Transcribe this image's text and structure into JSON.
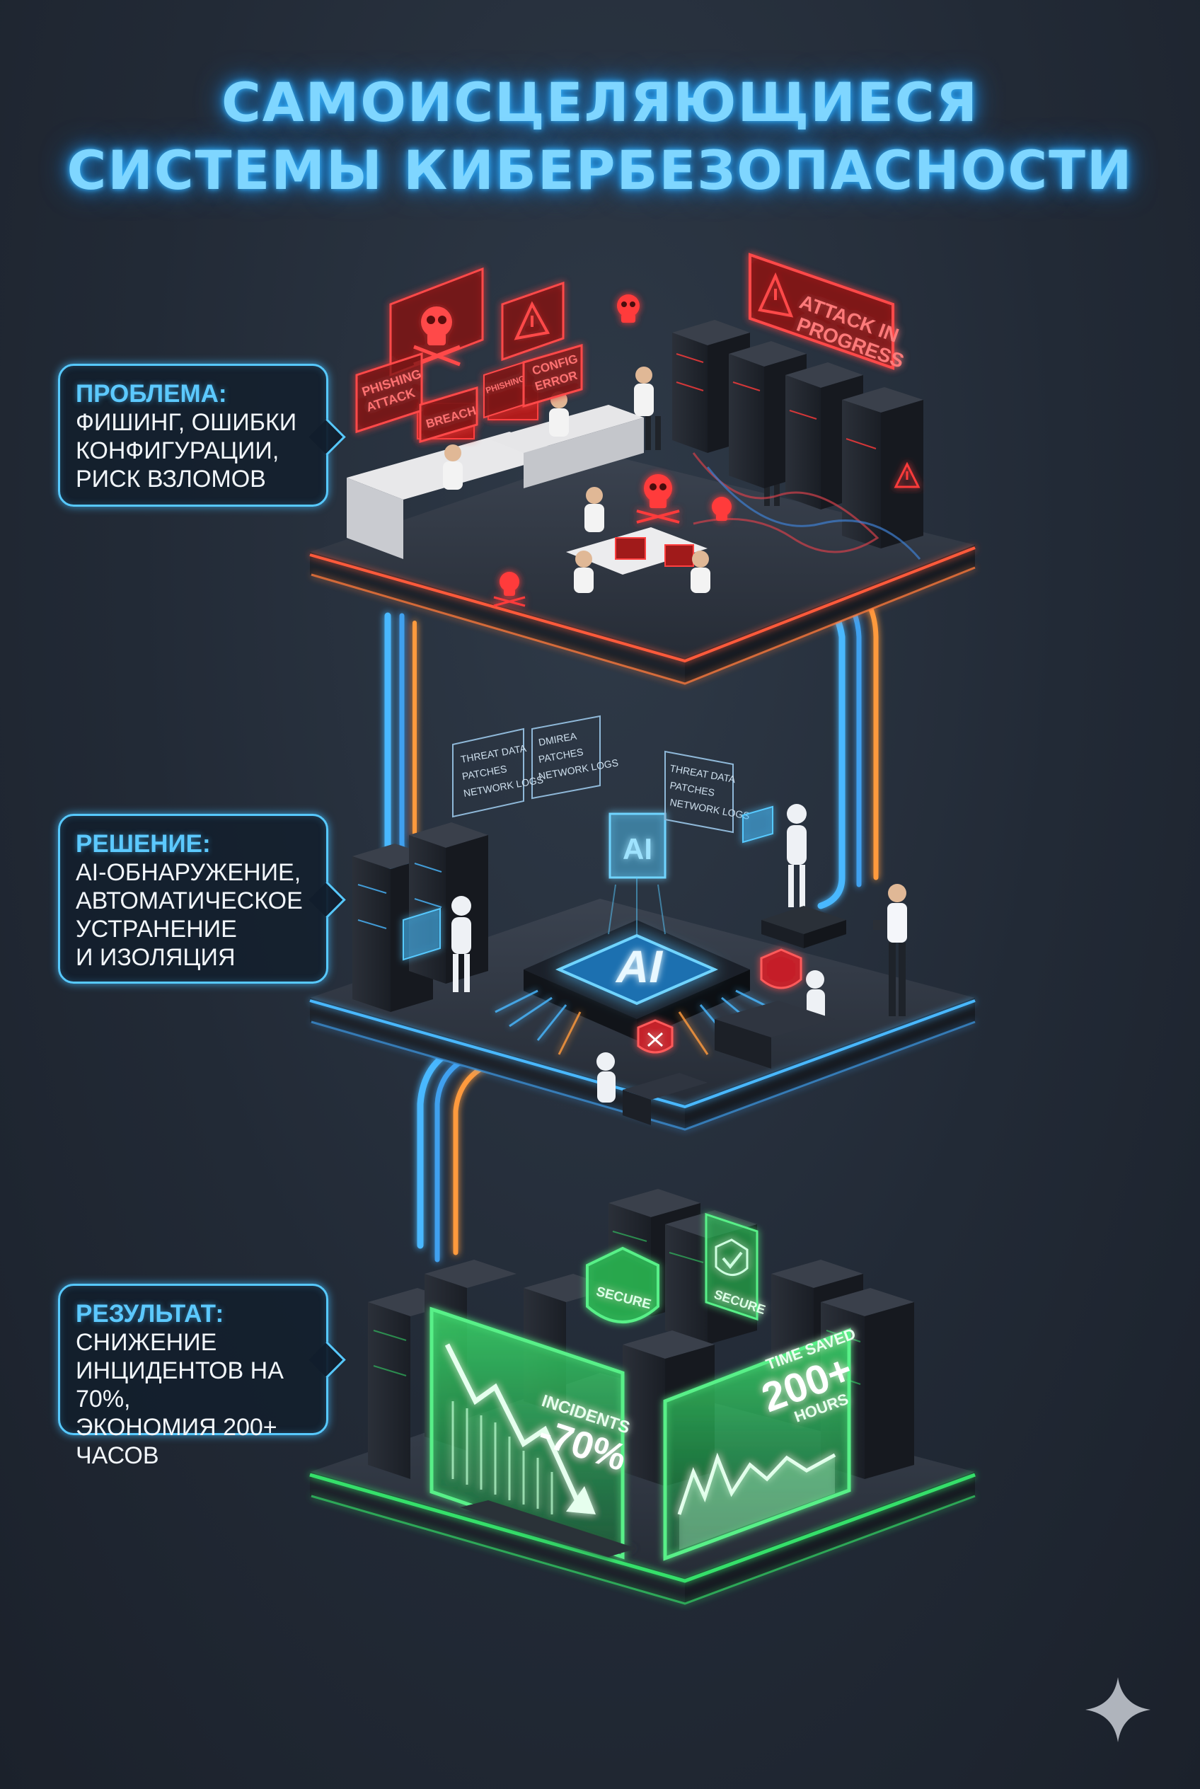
{
  "title": {
    "line1": "САМОИСЦЕЛЯЮЩИЕСЯ",
    "line2": "СИСТЕМЫ КИБЕРБЕЗОПАСНОСТИ"
  },
  "callouts": [
    {
      "heading": "ПРОБЛЕМА:",
      "lines": [
        "ФИШИНГ, ОШИБКИ",
        "КОНФИГУРАЦИИ,",
        "РИСК ВЗЛОМОВ"
      ]
    },
    {
      "heading": "РЕШЕНИЕ:",
      "lines": [
        "AI-ОБНАРУЖЕНИЕ,",
        "АВТОМАТИЧЕСКОЕ",
        "УСТРАНЕНИЕ",
        "И ИЗОЛЯЦИЯ"
      ]
    },
    {
      "heading": "РЕЗУЛЬТАТ:",
      "lines": [
        "СНИЖЕНИЕ",
        "ИНЦИДЕНТОВ НА 70%,",
        "ЭКОНОМИЯ 200+ ЧАСОВ"
      ]
    }
  ],
  "problem_signs": {
    "phishing": [
      "PHISHING",
      "ATTACK"
    ],
    "breach": "BREACH",
    "phishing_small": "PHISHING",
    "config": [
      "CONFIG",
      "ERROR"
    ],
    "attack": [
      "ATTACK IN",
      "PROGRESS"
    ]
  },
  "solution_labels": {
    "panel_left": [
      "THREAT DATA",
      "PATCHES",
      "NETWORK LOGS"
    ],
    "panel_mid": [
      "DMIREA",
      "PATCHES",
      "NETWORK LOGS"
    ],
    "panel_right": [
      "THREAT DATA",
      "PATCHES",
      "NETWORK LOGS"
    ],
    "chip": "AI",
    "holo": "AI"
  },
  "result_labels": {
    "secure_left": "SECURE",
    "secure_right": "SECURE",
    "incidents_label": "INCIDENTS",
    "incidents_value": "-70%",
    "time_label": "TIME SAVED",
    "time_value": "200+",
    "time_unit": "HOURS"
  },
  "colors": {
    "accent_blue": "#57c9ff",
    "alert_red": "#ff3b3b",
    "success_green": "#35e06a",
    "flow_orange": "#ff9a3c"
  },
  "icons": [
    "skull-icon",
    "warning-triangle-icon",
    "shield-check-icon",
    "ai-chip-icon",
    "sparkle-icon"
  ]
}
